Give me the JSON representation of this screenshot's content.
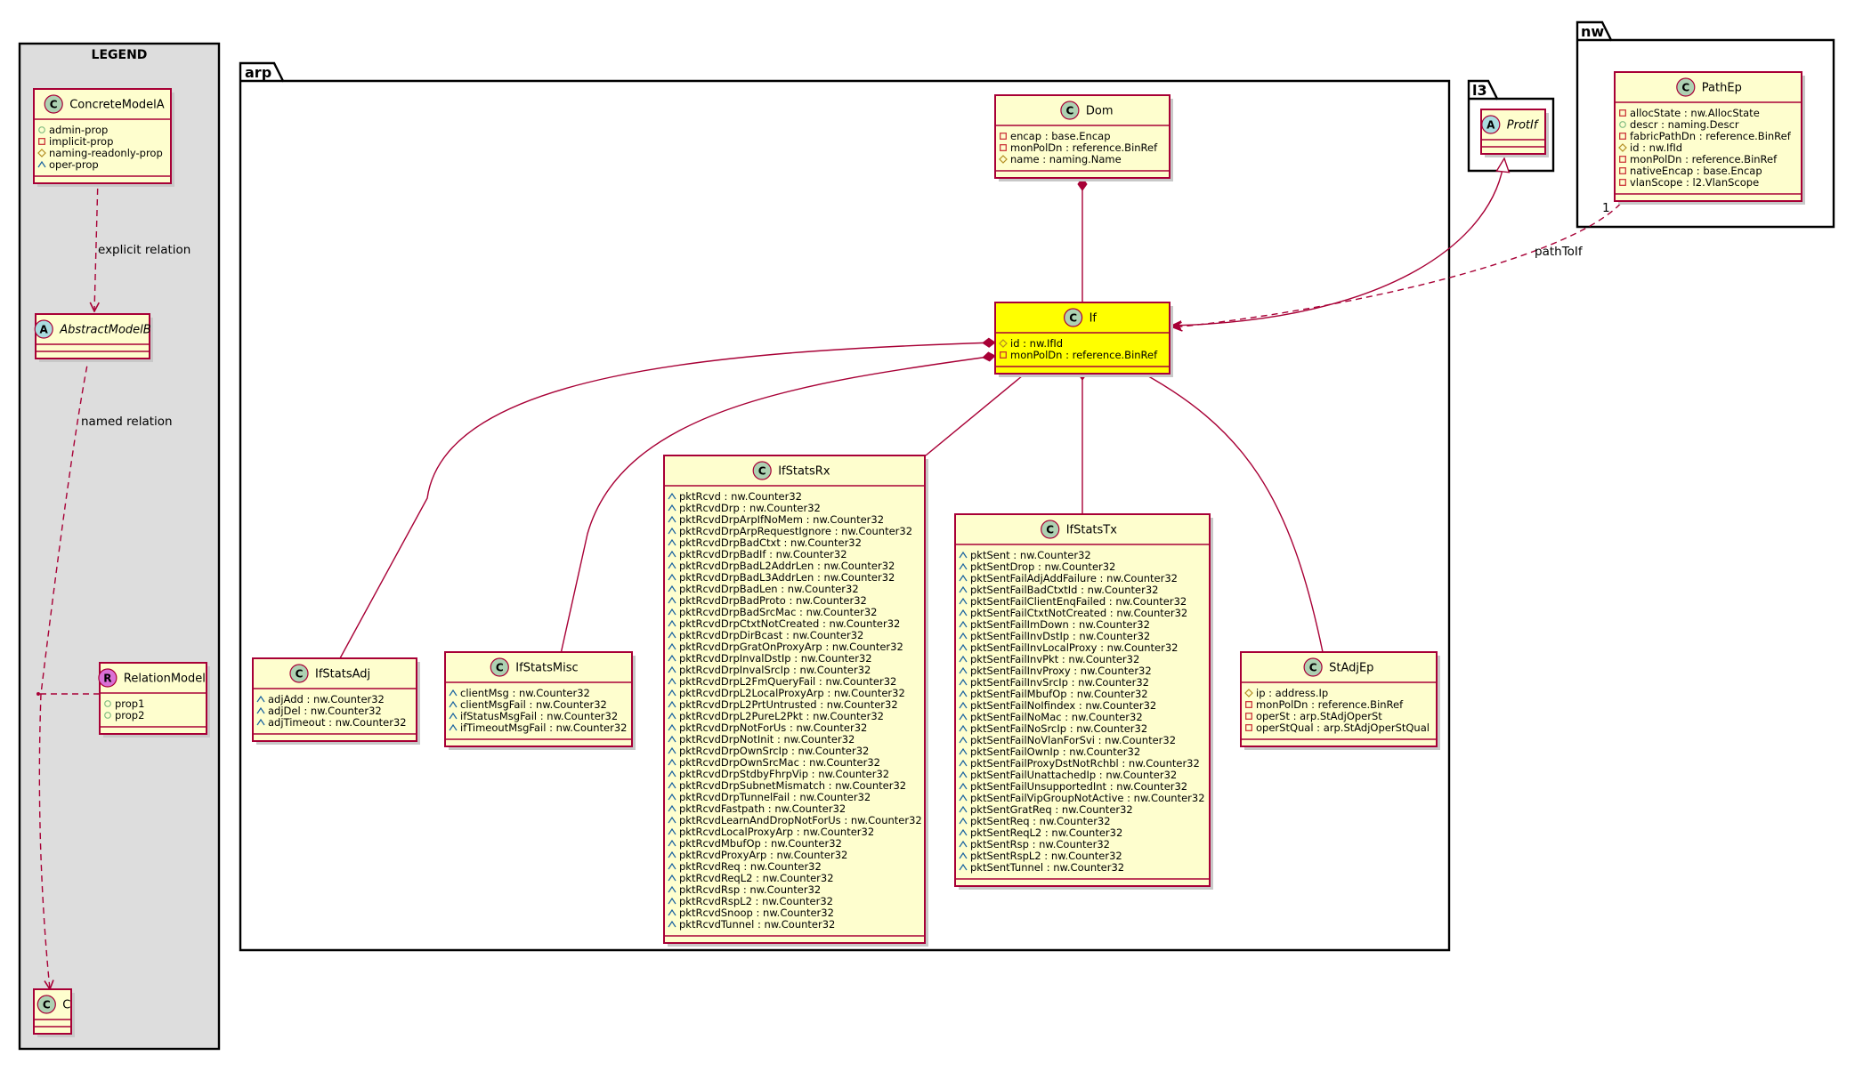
{
  "legend": {
    "title": "LEGEND",
    "classes": [
      {
        "id": "ConcreteModelA",
        "name": "ConcreteModelA",
        "stereo": "C",
        "stereo_color": "#add1b2",
        "italic": false,
        "attrs": [
          [
            "+",
            "admin-prop"
          ],
          [
            "-",
            "implicit-prop"
          ],
          [
            "#",
            "naming-readonly-prop"
          ],
          [
            "~",
            "oper-prop"
          ]
        ]
      },
      {
        "id": "AbstractModelB",
        "name": "AbstractModelB",
        "stereo": "A",
        "stereo_color": "#a9dcdf",
        "italic": true,
        "attrs": []
      },
      {
        "id": "RelationModel",
        "name": "RelationModel",
        "stereo": "R",
        "stereo_color": "#da70d6",
        "italic": false,
        "attrs": [
          [
            "+",
            "prop1"
          ],
          [
            "+",
            "prop2"
          ]
        ]
      },
      {
        "id": "C",
        "name": "C",
        "stereo": "C",
        "stereo_color": "#add1b2",
        "italic": false,
        "attrs": []
      }
    ],
    "relation_labels": {
      "explicit": "explicit relation",
      "named": "named relation"
    }
  },
  "packages": {
    "arp": "arp",
    "l3": "l3",
    "nw": "nw"
  },
  "classes": [
    {
      "id": "Dom",
      "name": "Dom",
      "stereo": "C",
      "stereo_color": "#add1b2",
      "highlight": false,
      "italic": false,
      "attrs": [
        [
          "-",
          "encap : base.Encap"
        ],
        [
          "-",
          "monPolDn : reference.BinRef"
        ],
        [
          "#",
          "name : naming.Name"
        ]
      ]
    },
    {
      "id": "If",
      "name": "If",
      "stereo": "C",
      "stereo_color": "#add1b2",
      "highlight": true,
      "italic": false,
      "attrs": [
        [
          "#",
          "id : nw.IfId"
        ],
        [
          "-",
          "monPolDn : reference.BinRef"
        ]
      ]
    },
    {
      "id": "IfStatsAdj",
      "name": "IfStatsAdj",
      "stereo": "C",
      "stereo_color": "#add1b2",
      "highlight": false,
      "italic": false,
      "attrs": [
        [
          "~",
          "adjAdd : nw.Counter32"
        ],
        [
          "~",
          "adjDel : nw.Counter32"
        ],
        [
          "~",
          "adjTimeout : nw.Counter32"
        ]
      ]
    },
    {
      "id": "IfStatsMisc",
      "name": "IfStatsMisc",
      "stereo": "C",
      "stereo_color": "#add1b2",
      "highlight": false,
      "italic": false,
      "attrs": [
        [
          "~",
          "clientMsg : nw.Counter32"
        ],
        [
          "~",
          "clientMsgFail : nw.Counter32"
        ],
        [
          "~",
          "ifStatusMsgFail : nw.Counter32"
        ],
        [
          "~",
          "ifTimeoutMsgFail : nw.Counter32"
        ]
      ]
    },
    {
      "id": "IfStatsRx",
      "name": "IfStatsRx",
      "stereo": "C",
      "stereo_color": "#add1b2",
      "highlight": false,
      "italic": false,
      "attrs": [
        [
          "~",
          "pktRcvd : nw.Counter32"
        ],
        [
          "~",
          "pktRcvdDrp : nw.Counter32"
        ],
        [
          "~",
          "pktRcvdDrpArpIfNoMem : nw.Counter32"
        ],
        [
          "~",
          "pktRcvdDrpArpRequestIgnore : nw.Counter32"
        ],
        [
          "~",
          "pktRcvdDrpBadCtxt : nw.Counter32"
        ],
        [
          "~",
          "pktRcvdDrpBadIf : nw.Counter32"
        ],
        [
          "~",
          "pktRcvdDrpBadL2AddrLen : nw.Counter32"
        ],
        [
          "~",
          "pktRcvdDrpBadL3AddrLen : nw.Counter32"
        ],
        [
          "~",
          "pktRcvdDrpBadLen : nw.Counter32"
        ],
        [
          "~",
          "pktRcvdDrpBadProto : nw.Counter32"
        ],
        [
          "~",
          "pktRcvdDrpBadSrcMac : nw.Counter32"
        ],
        [
          "~",
          "pktRcvdDrpCtxtNotCreated : nw.Counter32"
        ],
        [
          "~",
          "pktRcvdDrpDirBcast : nw.Counter32"
        ],
        [
          "~",
          "pktRcvdDrpGratOnProxyArp : nw.Counter32"
        ],
        [
          "~",
          "pktRcvdDrpInvalDstIp : nw.Counter32"
        ],
        [
          "~",
          "pktRcvdDrpInvalSrcIp : nw.Counter32"
        ],
        [
          "~",
          "pktRcvdDrpL2FmQueryFail : nw.Counter32"
        ],
        [
          "~",
          "pktRcvdDrpL2LocalProxyArp : nw.Counter32"
        ],
        [
          "~",
          "pktRcvdDrpL2PrtUntrusted : nw.Counter32"
        ],
        [
          "~",
          "pktRcvdDrpL2PureL2Pkt : nw.Counter32"
        ],
        [
          "~",
          "pktRcvdDrpNotForUs : nw.Counter32"
        ],
        [
          "~",
          "pktRcvdDrpNotInit : nw.Counter32"
        ],
        [
          "~",
          "pktRcvdDrpOwnSrcIp : nw.Counter32"
        ],
        [
          "~",
          "pktRcvdDrpOwnSrcMac : nw.Counter32"
        ],
        [
          "~",
          "pktRcvdDrpStdbyFhrpVip : nw.Counter32"
        ],
        [
          "~",
          "pktRcvdDrpSubnetMismatch : nw.Counter32"
        ],
        [
          "~",
          "pktRcvdDrpTunnelFail : nw.Counter32"
        ],
        [
          "~",
          "pktRcvdFastpath : nw.Counter32"
        ],
        [
          "~",
          "pktRcvdLearnAndDropNotForUs : nw.Counter32"
        ],
        [
          "~",
          "pktRcvdLocalProxyArp : nw.Counter32"
        ],
        [
          "~",
          "pktRcvdMbufOp : nw.Counter32"
        ],
        [
          "~",
          "pktRcvdProxyArp : nw.Counter32"
        ],
        [
          "~",
          "pktRcvdReq : nw.Counter32"
        ],
        [
          "~",
          "pktRcvdReqL2 : nw.Counter32"
        ],
        [
          "~",
          "pktRcvdRsp : nw.Counter32"
        ],
        [
          "~",
          "pktRcvdRspL2 : nw.Counter32"
        ],
        [
          "~",
          "pktRcvdSnoop : nw.Counter32"
        ],
        [
          "~",
          "pktRcvdTunnel : nw.Counter32"
        ]
      ]
    },
    {
      "id": "IfStatsTx",
      "name": "IfStatsTx",
      "stereo": "C",
      "stereo_color": "#add1b2",
      "highlight": false,
      "italic": false,
      "attrs": [
        [
          "~",
          "pktSent : nw.Counter32"
        ],
        [
          "~",
          "pktSentDrop : nw.Counter32"
        ],
        [
          "~",
          "pktSentFailAdjAddFailure : nw.Counter32"
        ],
        [
          "~",
          "pktSentFailBadCtxtId : nw.Counter32"
        ],
        [
          "~",
          "pktSentFailClientEnqFailed : nw.Counter32"
        ],
        [
          "~",
          "pktSentFailCtxtNotCreated : nw.Counter32"
        ],
        [
          "~",
          "pktSentFailImDown : nw.Counter32"
        ],
        [
          "~",
          "pktSentFailInvDstIp : nw.Counter32"
        ],
        [
          "~",
          "pktSentFailInvLocalProxy : nw.Counter32"
        ],
        [
          "~",
          "pktSentFailInvPkt : nw.Counter32"
        ],
        [
          "~",
          "pktSentFailInvProxy : nw.Counter32"
        ],
        [
          "~",
          "pktSentFailInvSrcIp : nw.Counter32"
        ],
        [
          "~",
          "pktSentFailMbufOp : nw.Counter32"
        ],
        [
          "~",
          "pktSentFailNoIfindex : nw.Counter32"
        ],
        [
          "~",
          "pktSentFailNoMac : nw.Counter32"
        ],
        [
          "~",
          "pktSentFailNoSrcIp : nw.Counter32"
        ],
        [
          "~",
          "pktSentFailNoVlanForSvi : nw.Counter32"
        ],
        [
          "~",
          "pktSentFailOwnIp : nw.Counter32"
        ],
        [
          "~",
          "pktSentFailProxyDstNotRchbl : nw.Counter32"
        ],
        [
          "~",
          "pktSentFailUnattachedIp : nw.Counter32"
        ],
        [
          "~",
          "pktSentFailUnsupportedInt : nw.Counter32"
        ],
        [
          "~",
          "pktSentFailVipGroupNotActive : nw.Counter32"
        ],
        [
          "~",
          "pktSentGratReq : nw.Counter32"
        ],
        [
          "~",
          "pktSentReq : nw.Counter32"
        ],
        [
          "~",
          "pktSentReqL2 : nw.Counter32"
        ],
        [
          "~",
          "pktSentRsp : nw.Counter32"
        ],
        [
          "~",
          "pktSentRspL2 : nw.Counter32"
        ],
        [
          "~",
          "pktSentTunnel : nw.Counter32"
        ]
      ]
    },
    {
      "id": "StAdjEp",
      "name": "StAdjEp",
      "stereo": "C",
      "stereo_color": "#add1b2",
      "highlight": false,
      "italic": false,
      "attrs": [
        [
          "#",
          "ip : address.Ip"
        ],
        [
          "-",
          "monPolDn : reference.BinRef"
        ],
        [
          "-",
          "operSt : arp.StAdjOperSt"
        ],
        [
          "-",
          "operStQual : arp.StAdjOperStQual"
        ]
      ]
    },
    {
      "id": "ProtIf",
      "name": "ProtIf",
      "stereo": "A",
      "stereo_color": "#a9dcdf",
      "highlight": false,
      "italic": true,
      "attrs": []
    },
    {
      "id": "PathEp",
      "name": "PathEp",
      "stereo": "C",
      "stereo_color": "#add1b2",
      "highlight": false,
      "italic": false,
      "attrs": [
        [
          "-",
          "allocState : nw.AllocState"
        ],
        [
          "+",
          "descr : naming.Descr"
        ],
        [
          "-",
          "fabricPathDn : reference.BinRef"
        ],
        [
          "#",
          "id : nw.IfId"
        ],
        [
          "-",
          "monPolDn : reference.BinRef"
        ],
        [
          "-",
          "nativeEncap : base.Encap"
        ],
        [
          "-",
          "vlanScope : l2.VlanScope"
        ]
      ]
    }
  ],
  "relations": {
    "pathToIf_label": "pathToIf",
    "pathToIf_mult": "1"
  },
  "colors": {
    "class_fill": "#fefece",
    "highlight_fill": "#ffff00",
    "border": "#a80036",
    "legend_bg": "#dddddd"
  }
}
